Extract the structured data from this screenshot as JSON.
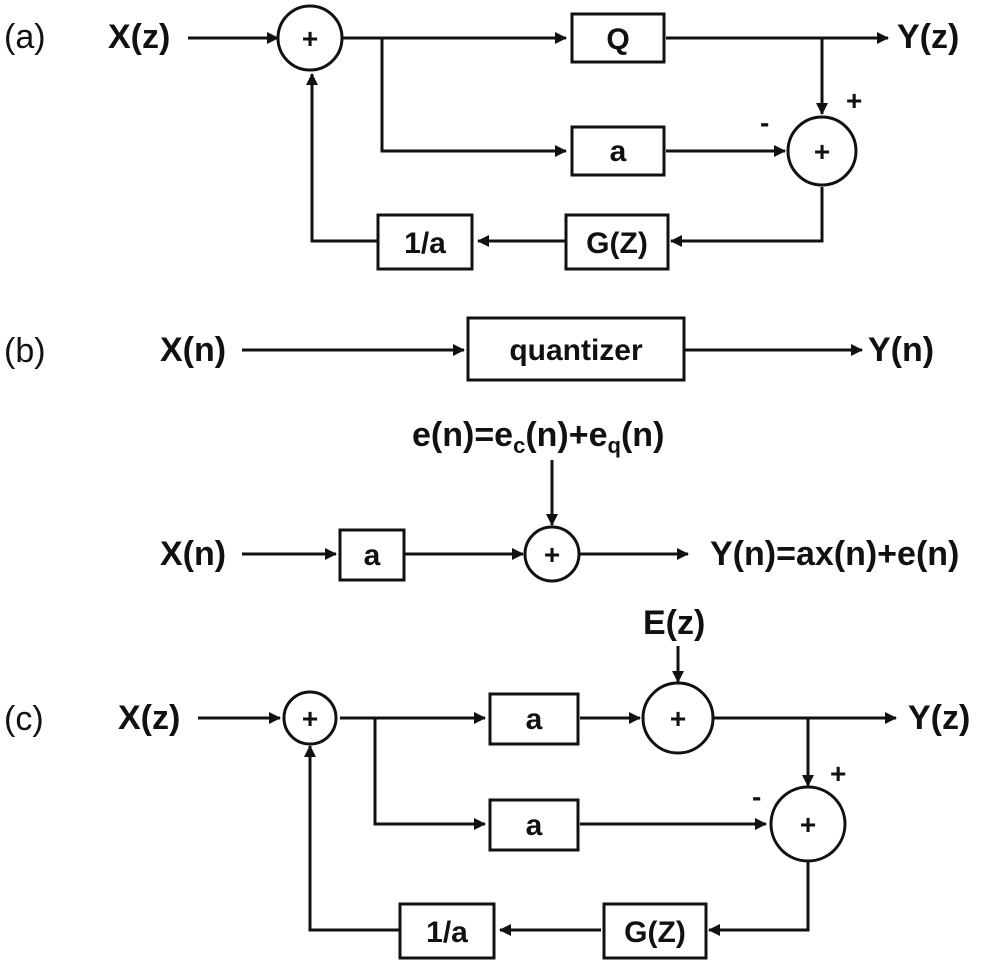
{
  "panels": {
    "a": {
      "tag": "(a)",
      "input": "X(z)",
      "output": "Y(z)",
      "sum1": "+",
      "sum2": "+",
      "block_q": "Q",
      "block_a": "a",
      "block_g": "G(Z)",
      "block_inv": "1/a",
      "sign_minus": "-",
      "sign_plus": "+"
    },
    "b": {
      "tag": "(b)",
      "top_input": "X(n)",
      "top_block": "quantizer",
      "top_output": "Y(n)",
      "error_main": "e(n)=e",
      "error_sub_c": "c",
      "error_mid": "(n)+e",
      "error_sub_q": "q",
      "error_end": "(n)",
      "bot_input": "X(n)",
      "bot_block": "a",
      "bot_sum": "+",
      "bot_output": "Y(n)=ax(n)+e(n)"
    },
    "c": {
      "tag": "(c)",
      "input": "X(z)",
      "output": "Y(z)",
      "error": "E(z)",
      "sum1": "+",
      "sum_e": "+",
      "sum2": "+",
      "block_a_top": "a",
      "block_a_mid": "a",
      "block_g": "G(Z)",
      "block_inv": "1/a",
      "sign_minus": "-",
      "sign_plus": "+"
    }
  }
}
